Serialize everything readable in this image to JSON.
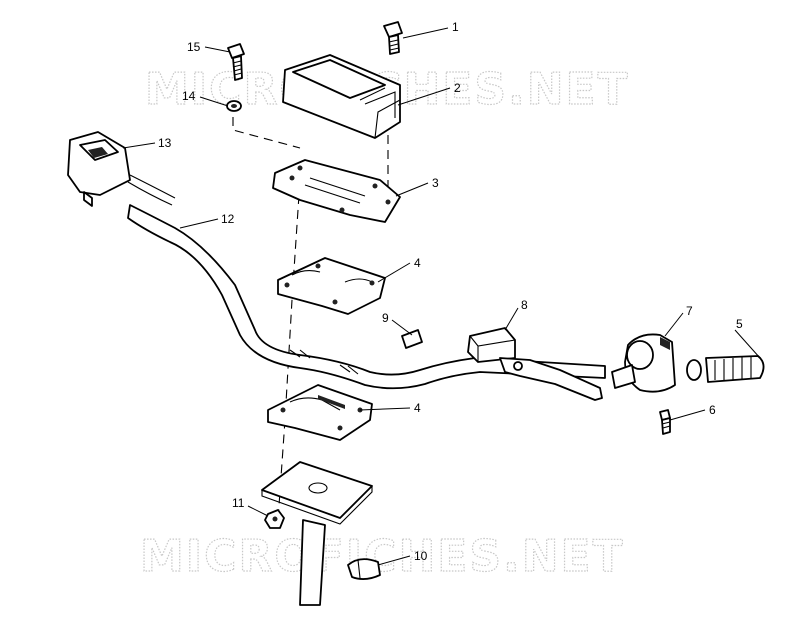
{
  "watermark": {
    "top": "MICROFICHES.NET",
    "bottom": "MICROFICHES.NET"
  },
  "callouts": {
    "c1": "1",
    "c2": "2",
    "c3": "3",
    "c4a": "4",
    "c4b": "4",
    "c5": "5",
    "c6": "6",
    "c7": "7",
    "c8": "8",
    "c9": "9",
    "c10": "10",
    "c11": "11",
    "c12": "12",
    "c13": "13",
    "c14": "14",
    "c15": "15"
  }
}
